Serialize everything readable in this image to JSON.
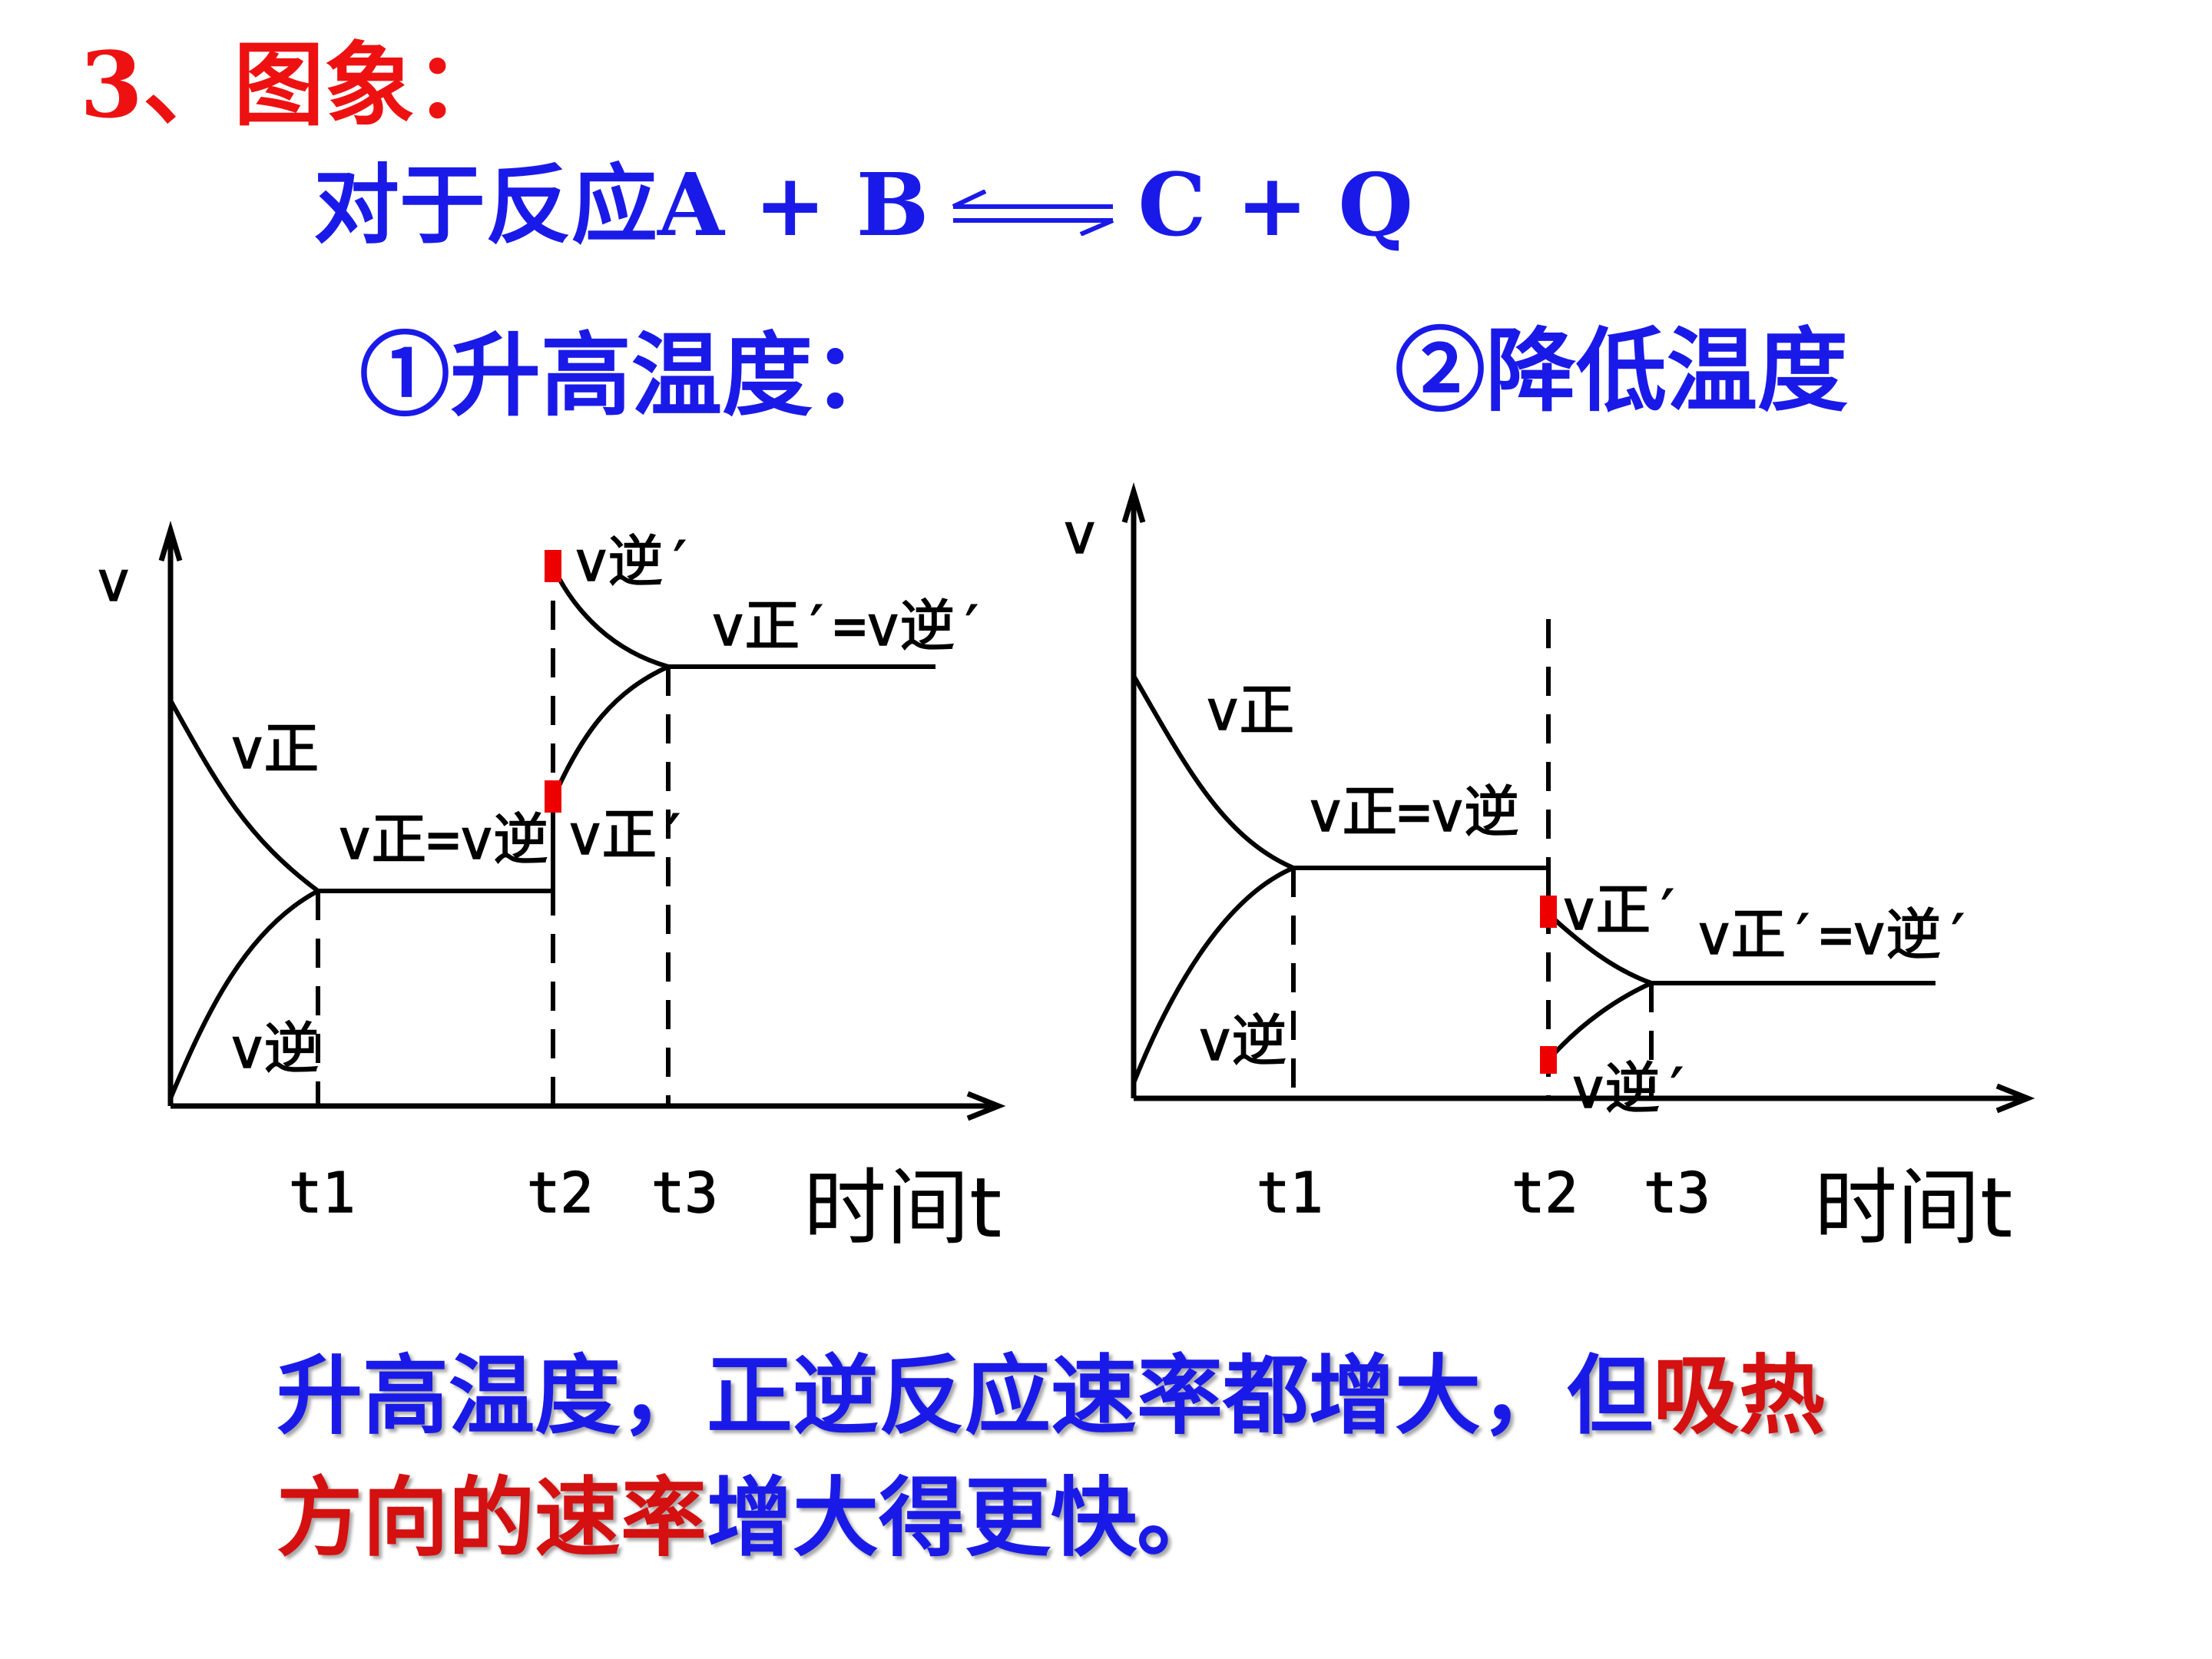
{
  "title": "3、图象：",
  "reaction": {
    "prefix": "对于反应",
    "reactants": "A + B",
    "products": "C + Q"
  },
  "headings": {
    "raise": "①升高温度：",
    "lower": "②降低温度"
  },
  "graph1": {
    "v_axis": "v",
    "time_axis": "时间t",
    "ticks": {
      "t1": "t1",
      "t2": "t2",
      "t3": "t3"
    },
    "labels": {
      "forward": "v正",
      "reverse": "v逆",
      "equal": "v正=v逆",
      "forward_new": "v正′",
      "reverse_new": "v逆′",
      "equal_new": "v正′=v逆′"
    }
  },
  "graph2": {
    "v_axis": "v",
    "time_axis": "时间t",
    "ticks": {
      "t1": "t1",
      "t2": "t2",
      "t3": "t3"
    },
    "labels": {
      "forward": "v正",
      "reverse": "v逆",
      "equal": "v正=v逆",
      "forward_new": "v正′",
      "reverse_new": "v逆′",
      "equal_new": "v正′=v逆′"
    }
  },
  "conclusion": {
    "part1": "升高温度，正逆反应速率都增大，但",
    "part2": "吸热",
    "part3": "方向的速率",
    "part4": "增大得更快。"
  },
  "colors": {
    "title": "#ee1111",
    "text_blue": "#1a1ae8",
    "highlight_red": "#d41010",
    "marker": "#ee0000"
  }
}
